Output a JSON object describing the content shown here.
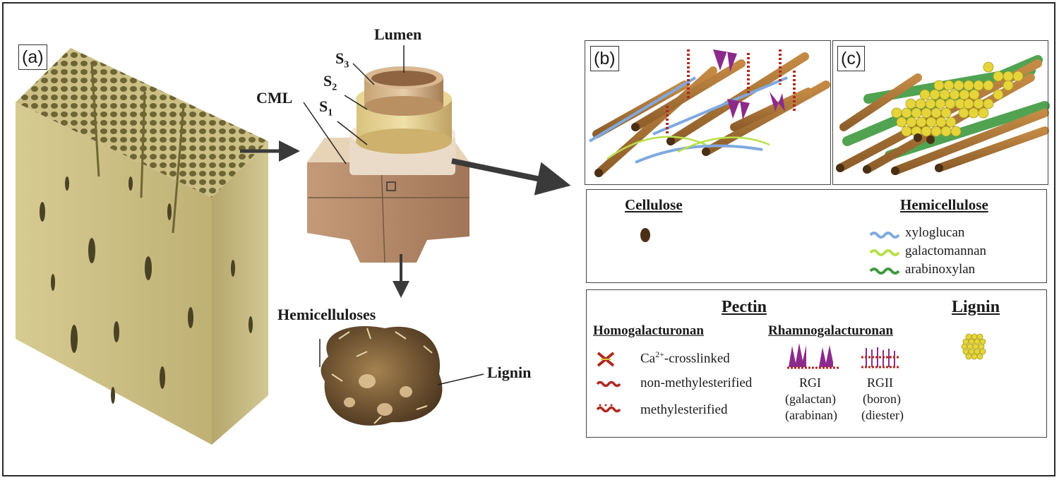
{
  "panels": {
    "a": "(a)",
    "b": "(b)",
    "c": "(c)"
  },
  "layers": {
    "lumen": "Lumen",
    "s3": "S",
    "s3_sub": "3",
    "s2": "S",
    "s2_sub": "2",
    "s1": "S",
    "s1_sub": "1",
    "cml": "CML"
  },
  "micro": {
    "hemicelluloses": "Hemicelluloses",
    "lignin": "Lignin"
  },
  "legend_top": {
    "cellulose": "Cellulose",
    "hemicellulose": "Hemicellulose",
    "items": [
      "xyloglucan",
      "galactomannan",
      "arabinoxylan"
    ]
  },
  "legend_bottom": {
    "pectin": "Pectin",
    "lignin": "Lignin",
    "homogalacturonan": "Homogalacturonan",
    "rhamnogalacturonan": "Rhamnogalacturonan",
    "hg_items": {
      "ca_prefix": "Ca",
      "ca_sup": "2+",
      "ca_suffix": "-crosslinked",
      "non": "non-methylesterified",
      "meth": "methylesterified"
    },
    "rgi": {
      "name": "RGI",
      "l1": "(galactan)",
      "l2": "(arabinan)"
    },
    "rgii": {
      "name": "RGII",
      "l1": "(boron)",
      "l2": "(diester)"
    }
  },
  "colors": {
    "wood": "#c9bc80",
    "cellulose": "#a8753a",
    "xyloglucan": "#7fa9e0",
    "galactomannan": "#b8e04a",
    "arabinoxylan": "#3f9a3f",
    "pectin_red": "#b0281e",
    "pectin_purple": "#8c2a8c",
    "lignin": "#e6d53a"
  }
}
